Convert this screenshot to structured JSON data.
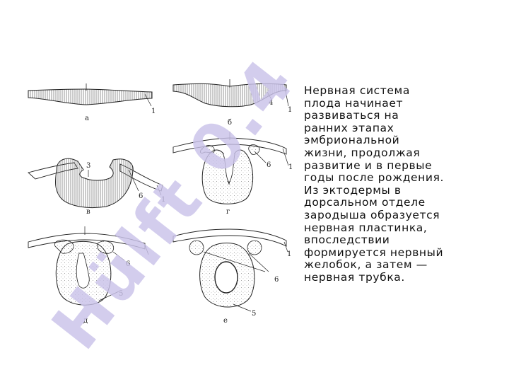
{
  "text_lines": [
    "Нервная система",
    "плода начинает",
    "развиваться на",
    "ранних этапах",
    "эмбриональной",
    "жизни, продолжая",
    "развитие и в первые",
    "годы после рождения.",
    "Из эктодермы в",
    "дорсальном отделе",
    "зародыша образуется",
    "нервная пластинка,",
    "впоследствии",
    "формируется нервный",
    "желобок, а затем —",
    "нервная трубка."
  ],
  "watermark": "Hülft 0.4",
  "colors": {
    "watermark": "#c9c2e9",
    "line": "#222222",
    "hatch": "#555555"
  },
  "figures": [
    {
      "caption": "а",
      "numbers": [
        "1"
      ]
    },
    {
      "caption": "б",
      "numbers": [
        "4",
        "1"
      ]
    },
    {
      "caption": "в",
      "numbers": [
        "3",
        "6",
        "1"
      ]
    },
    {
      "caption": "г",
      "numbers": [
        "6",
        "1"
      ]
    },
    {
      "caption": "д",
      "numbers": [
        "6",
        "5"
      ]
    },
    {
      "caption": "е",
      "numbers": [
        "6",
        "1",
        "5"
      ]
    }
  ]
}
